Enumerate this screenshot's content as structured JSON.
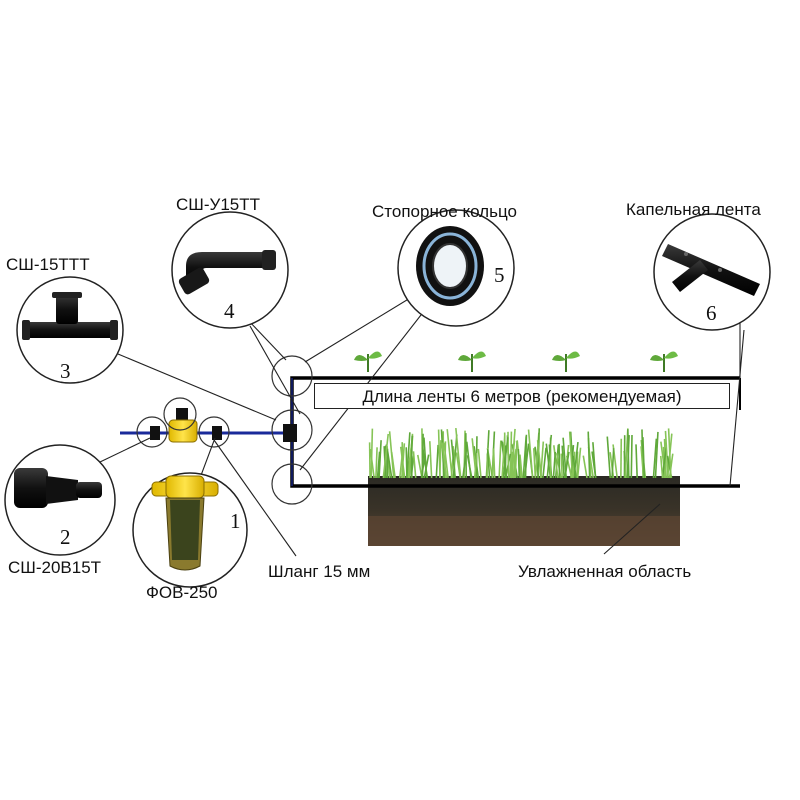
{
  "labels": {
    "ssh_15ttt": "СШ-15ТТТ",
    "ssh_u15tt": "СШ-У15ТТ",
    "stop_ring": "Стопорное кольцо",
    "drip_tape": "Капельная лента",
    "ssh_20v15t": "СШ-20В15Т",
    "fov_250": "ФОВ-250",
    "hose": "Шланг 15 мм",
    "wet_area": "Увлажненная область",
    "tape_length": "Длина ленты 6 метров (рекомендуемая)"
  },
  "numbers": {
    "n1": "1",
    "n2": "2",
    "n3": "3",
    "n4": "4",
    "n5": "5",
    "n6": "6"
  },
  "colors": {
    "hose_blue": "#1a2a9a",
    "filter_yellow": "#f2d21c",
    "grass_green": "#5fa83a",
    "soil_dark": "#2e2a22",
    "soil_light": "#5a4634"
  }
}
